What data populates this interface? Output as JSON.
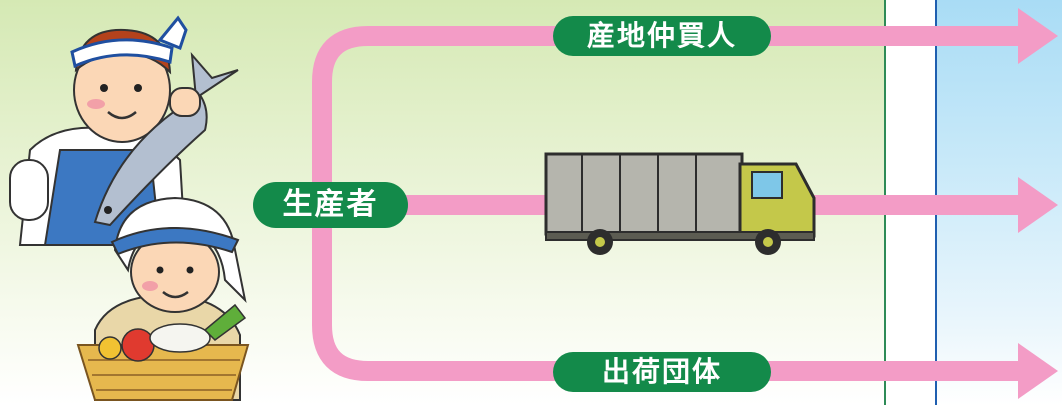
{
  "diagram": {
    "source_label": "生産者",
    "top_route_label": "産地仲買人",
    "bottom_route_label": "出荷団体",
    "colors": {
      "arrow": "#f39cc6",
      "label_bg": "#138a4a",
      "left_panel": "#d5e9b4",
      "right_panel": "#a9dcf5",
      "divider_green": "#2e8b57",
      "divider_blue": "#1f5fb0"
    }
  },
  "illustrations": {
    "people": "fisherman-and-farmer-illustration",
    "truck": "delivery-truck-illustration"
  }
}
